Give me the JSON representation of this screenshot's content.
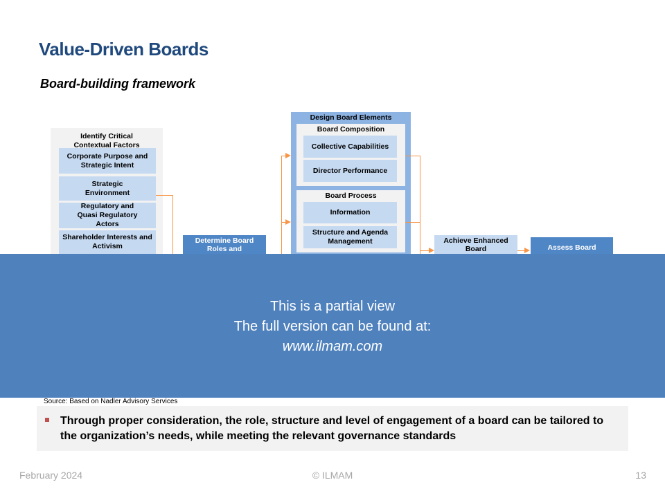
{
  "title": "Value-Driven Boards",
  "subtitle": "Board-building  framework",
  "left": {
    "header": "Identify Critical Contextual Factors",
    "items": [
      "Corporate Purpose and Strategic Intent",
      "Strategic Environment",
      "Regulatory and Quasi Regulatory Actors",
      "Shareholder Interests and Activism"
    ]
  },
  "determine": "Determine Board Roles and",
  "design": {
    "header": "Design Board Elements",
    "composition": {
      "header": "Board Composition",
      "items": [
        "Collective Capabilities",
        "Director Performance"
      ]
    },
    "process": {
      "header": "Board Process",
      "items": [
        "Information",
        "Structure and Agenda Management"
      ]
    }
  },
  "achieve": "Achieve Enhanced Board",
  "assess": "Assess Board",
  "overlay": {
    "line1": "This is a partial view",
    "line2": "The full version can be found at:",
    "url": "www.ilmam.com"
  },
  "source": "Source: Based on Nadler Advisory Services",
  "bullet": "Through proper consideration, the role, structure and level of engagement of a board can be tailored to the organization’s needs, while meeting the relevant governance standards",
  "footer": {
    "date": "February 2024",
    "copyright": "© ILMAM",
    "page": "13"
  },
  "colors": {
    "title": "#1f497d",
    "dark_box": "#4f86c6",
    "light_box": "#c5d9f1",
    "connector": "#f79646",
    "overlay": "#4f81bd"
  }
}
